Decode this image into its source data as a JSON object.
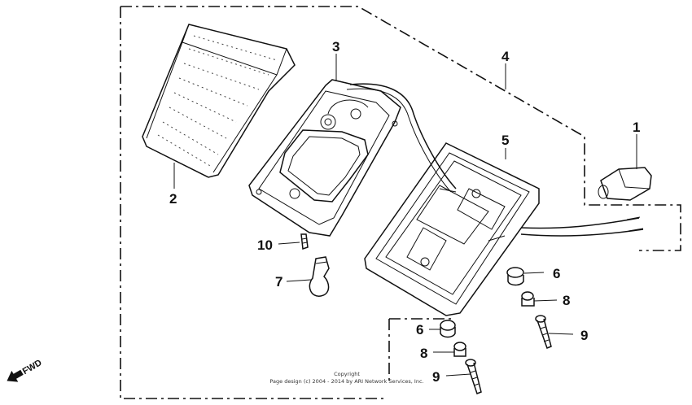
{
  "callouts": [
    {
      "id": "1",
      "text": "1"
    },
    {
      "id": "2",
      "text": "2"
    },
    {
      "id": "3",
      "text": "3"
    },
    {
      "id": "4",
      "text": "4"
    },
    {
      "id": "5",
      "text": "5"
    },
    {
      "id": "6a",
      "text": "6"
    },
    {
      "id": "6b",
      "text": "6"
    },
    {
      "id": "7",
      "text": "7"
    },
    {
      "id": "8a",
      "text": "8"
    },
    {
      "id": "8b",
      "text": "8"
    },
    {
      "id": "9a",
      "text": "9"
    },
    {
      "id": "9b",
      "text": "9"
    },
    {
      "id": "10",
      "text": "10"
    }
  ],
  "copyright": {
    "line1": "Copyright",
    "line2": "Page design (c) 2004 - 2014 by ARI Network Services, Inc."
  },
  "fwd_label": "FWD"
}
